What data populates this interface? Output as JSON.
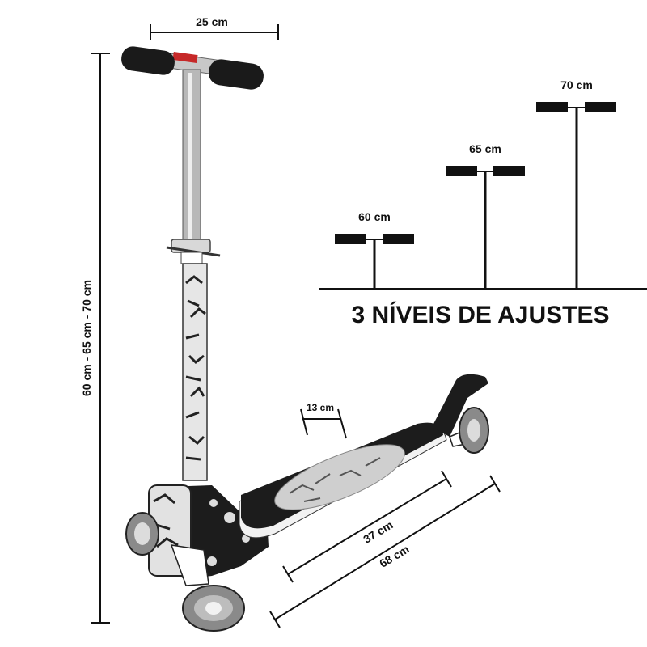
{
  "colors": {
    "ink": "#111111",
    "deck": "#1a1a1a",
    "chrome": "#c8c8c8",
    "wheel": "#9a9a9a"
  },
  "dimensions": {
    "handle_width": "25 cm",
    "height_range": "60 cm - 65 cm - 70 cm",
    "deck_width": "13 cm",
    "deck_length": "37 cm",
    "total_length": "68 cm"
  },
  "adjust": {
    "levels": [
      "60 cm",
      "65 cm",
      "70 cm"
    ],
    "title": "3 NÍVEIS DE AJUSTES"
  }
}
